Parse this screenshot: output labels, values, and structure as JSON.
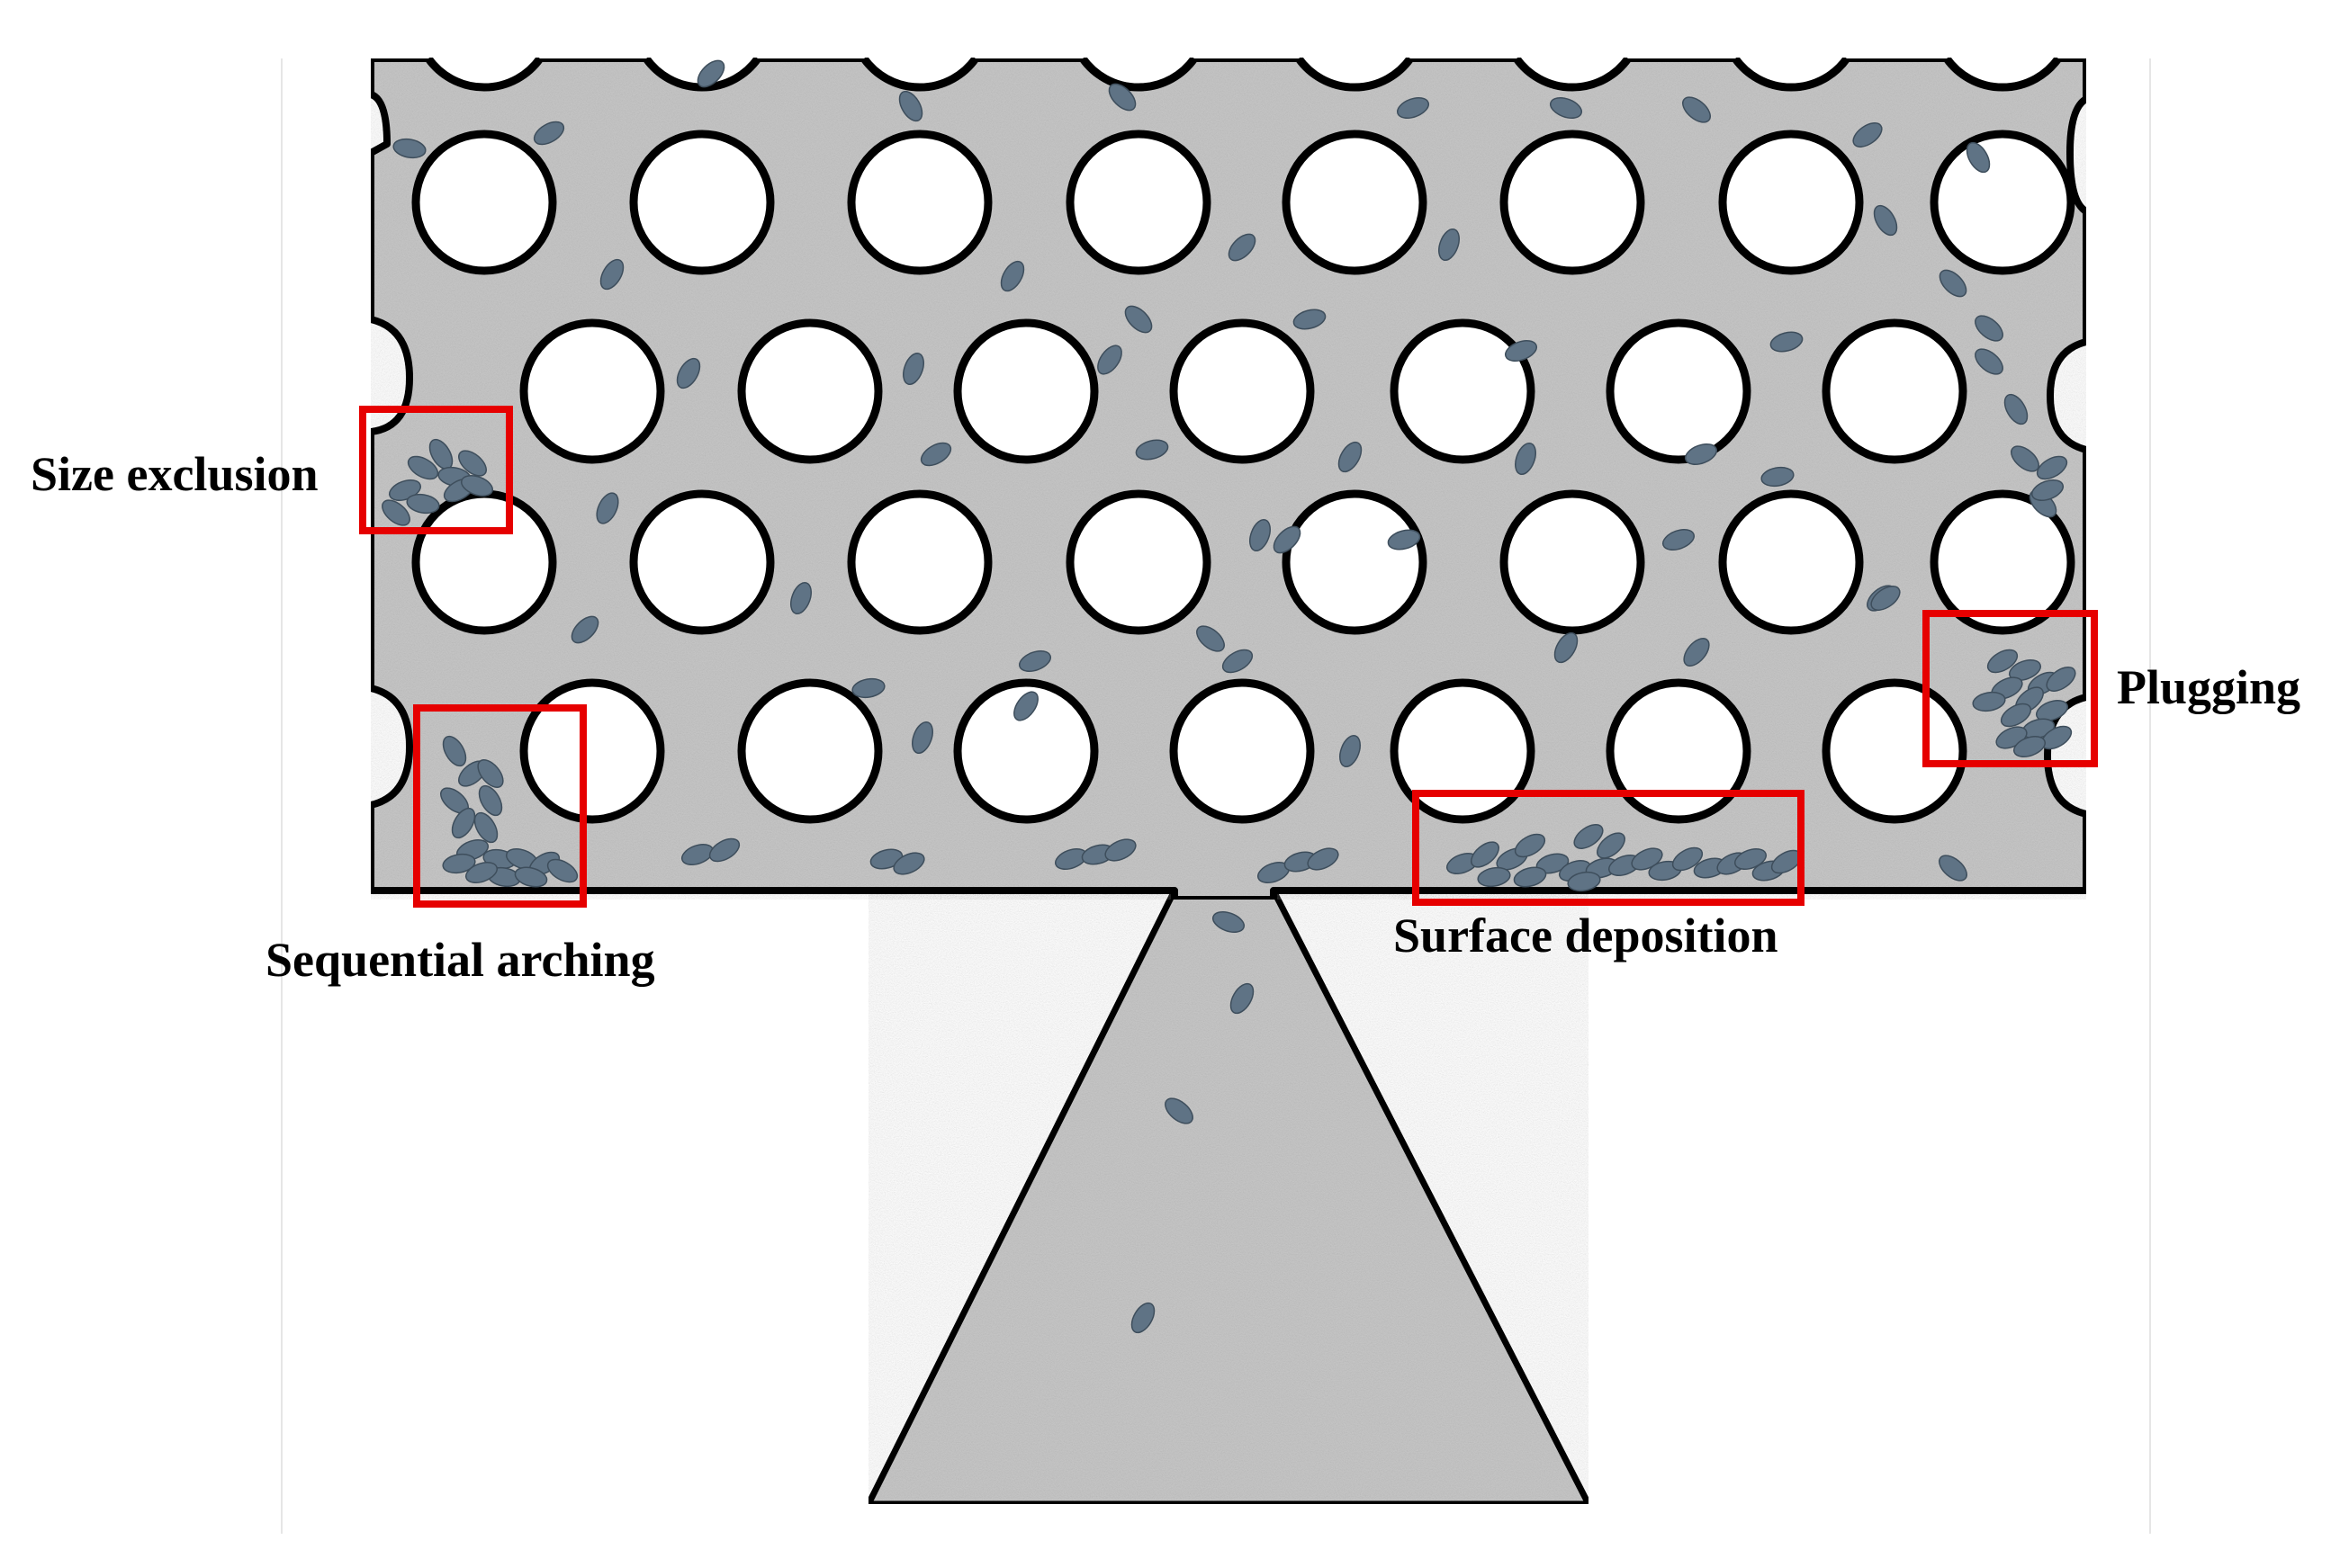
{
  "figure": {
    "labels": {
      "size_exclusion": "Size exclusion",
      "sequential_arching": "Sequential arching",
      "surface_deposition": "Surface deposition",
      "plugging": "Plugging"
    },
    "colors": {
      "background": "#ffffff",
      "medium": "#c8c8c8",
      "outline": "#000000",
      "pore": "#ffffff",
      "particle": "#5f7385",
      "highlight_box": "#e60000"
    },
    "icons": [
      "porous-medium",
      "grain",
      "particle",
      "outlet-funnel",
      "highlight-box"
    ]
  }
}
